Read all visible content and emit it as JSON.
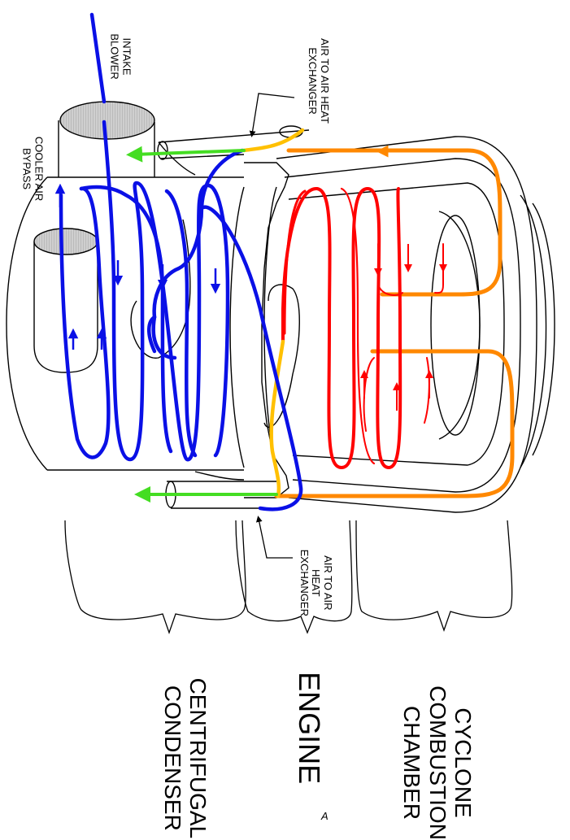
{
  "labels": {
    "intake_blower": "INTAKE\nBLOWER",
    "cooler_air_bypass": "COOLER AIR\nBYPASS",
    "air_to_air_top": "AIR TO AIR HEAT\nEXCHANGER",
    "air_to_air_bottom": "AIR TO AIR\nHEAT\nEXCHANGER",
    "centrifugal_condenser": "CENTRIFUGAL\nCONDENSER",
    "engine": "ENGINE",
    "cyclone_combustion_chamber": "CYCLONE\nCOMBUSTION\nCHAMBER",
    "corner_mark": "A"
  },
  "colors": {
    "intake_air": "#0a10e6",
    "exhaust": "#ff8800",
    "combustion": "#ff0000",
    "transition": "#ffc000",
    "outlet": "#44dd22",
    "outline": "#000000",
    "port_fill": "#c9c9c9"
  }
}
